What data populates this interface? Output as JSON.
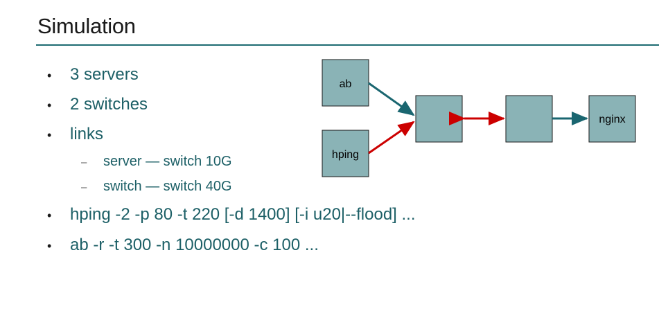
{
  "slide": {
    "title": "Simulation"
  },
  "bullets": [
    "3 servers",
    "2 switches",
    "links"
  ],
  "sub_bullets": [
    "server — switch 10G",
    "switch — switch 40G"
  ],
  "commands": [
    "hping -2 -p 80 -t 220 [-d 1400] [-i u20|--flood] ...",
    "ab -r -t 300 -n 10000000 -c 100 ..."
  ],
  "diagram": {
    "nodes": {
      "ab": "ab",
      "hping": "hping",
      "switch1": "",
      "switch2": "",
      "nginx": "nginx"
    },
    "colors": {
      "node_fill": "#8ab3b6",
      "teal_arrow": "#1a6670",
      "red_arrow": "#cc0000",
      "title_rule": "#1d6b72"
    }
  }
}
